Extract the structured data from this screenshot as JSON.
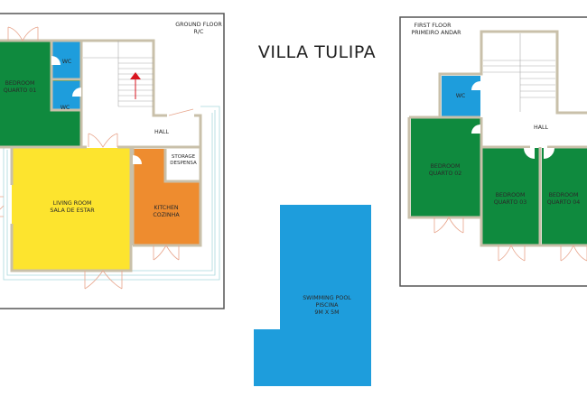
{
  "title": "VILLA TULIPA",
  "colors": {
    "bedroom": "#0f8a3e",
    "wc": "#1e9ddc",
    "living": "#fde42e",
    "kitchen": "#ee8c2f",
    "pool": "#1e9ddc",
    "wall": "#c9c0aa",
    "stair_arrow": "#d9141f"
  },
  "ground_floor": {
    "title": "GROUND FLOOR",
    "subtitle": "R/C",
    "rooms": {
      "bedroom": {
        "en": "BEDROOM",
        "pt": "QUARTO 01"
      },
      "wc1": "WC",
      "wc2": "WC",
      "hall": "HALL",
      "storage": {
        "en": "STORAGE",
        "pt": "DESPENSA"
      },
      "living": {
        "en": "LIVING ROOM",
        "pt": "SALA DE ESTAR"
      },
      "kitchen": {
        "en": "KITCHEN",
        "pt": "COZINHA"
      }
    },
    "icons": [
      "stairs-up-arrow-icon",
      "door-icon"
    ]
  },
  "pool": {
    "line1": "SWIMMING POOL",
    "line2": "PISCINA",
    "line3": "9M X 5M"
  },
  "first_floor": {
    "title": "FIRST FLOOR",
    "subtitle": "PRIMEIRO ANDAR",
    "rooms": {
      "wc": "WC",
      "hall": "HALL",
      "bedroom2": {
        "en": "BEDROOM",
        "pt": "QUARTO 02"
      },
      "bedroom3": {
        "en": "BEDROOM",
        "pt": "QUARTO 03"
      },
      "bedroom4": {
        "en": "BEDROOM",
        "pt": "QUARTO 04"
      }
    }
  }
}
